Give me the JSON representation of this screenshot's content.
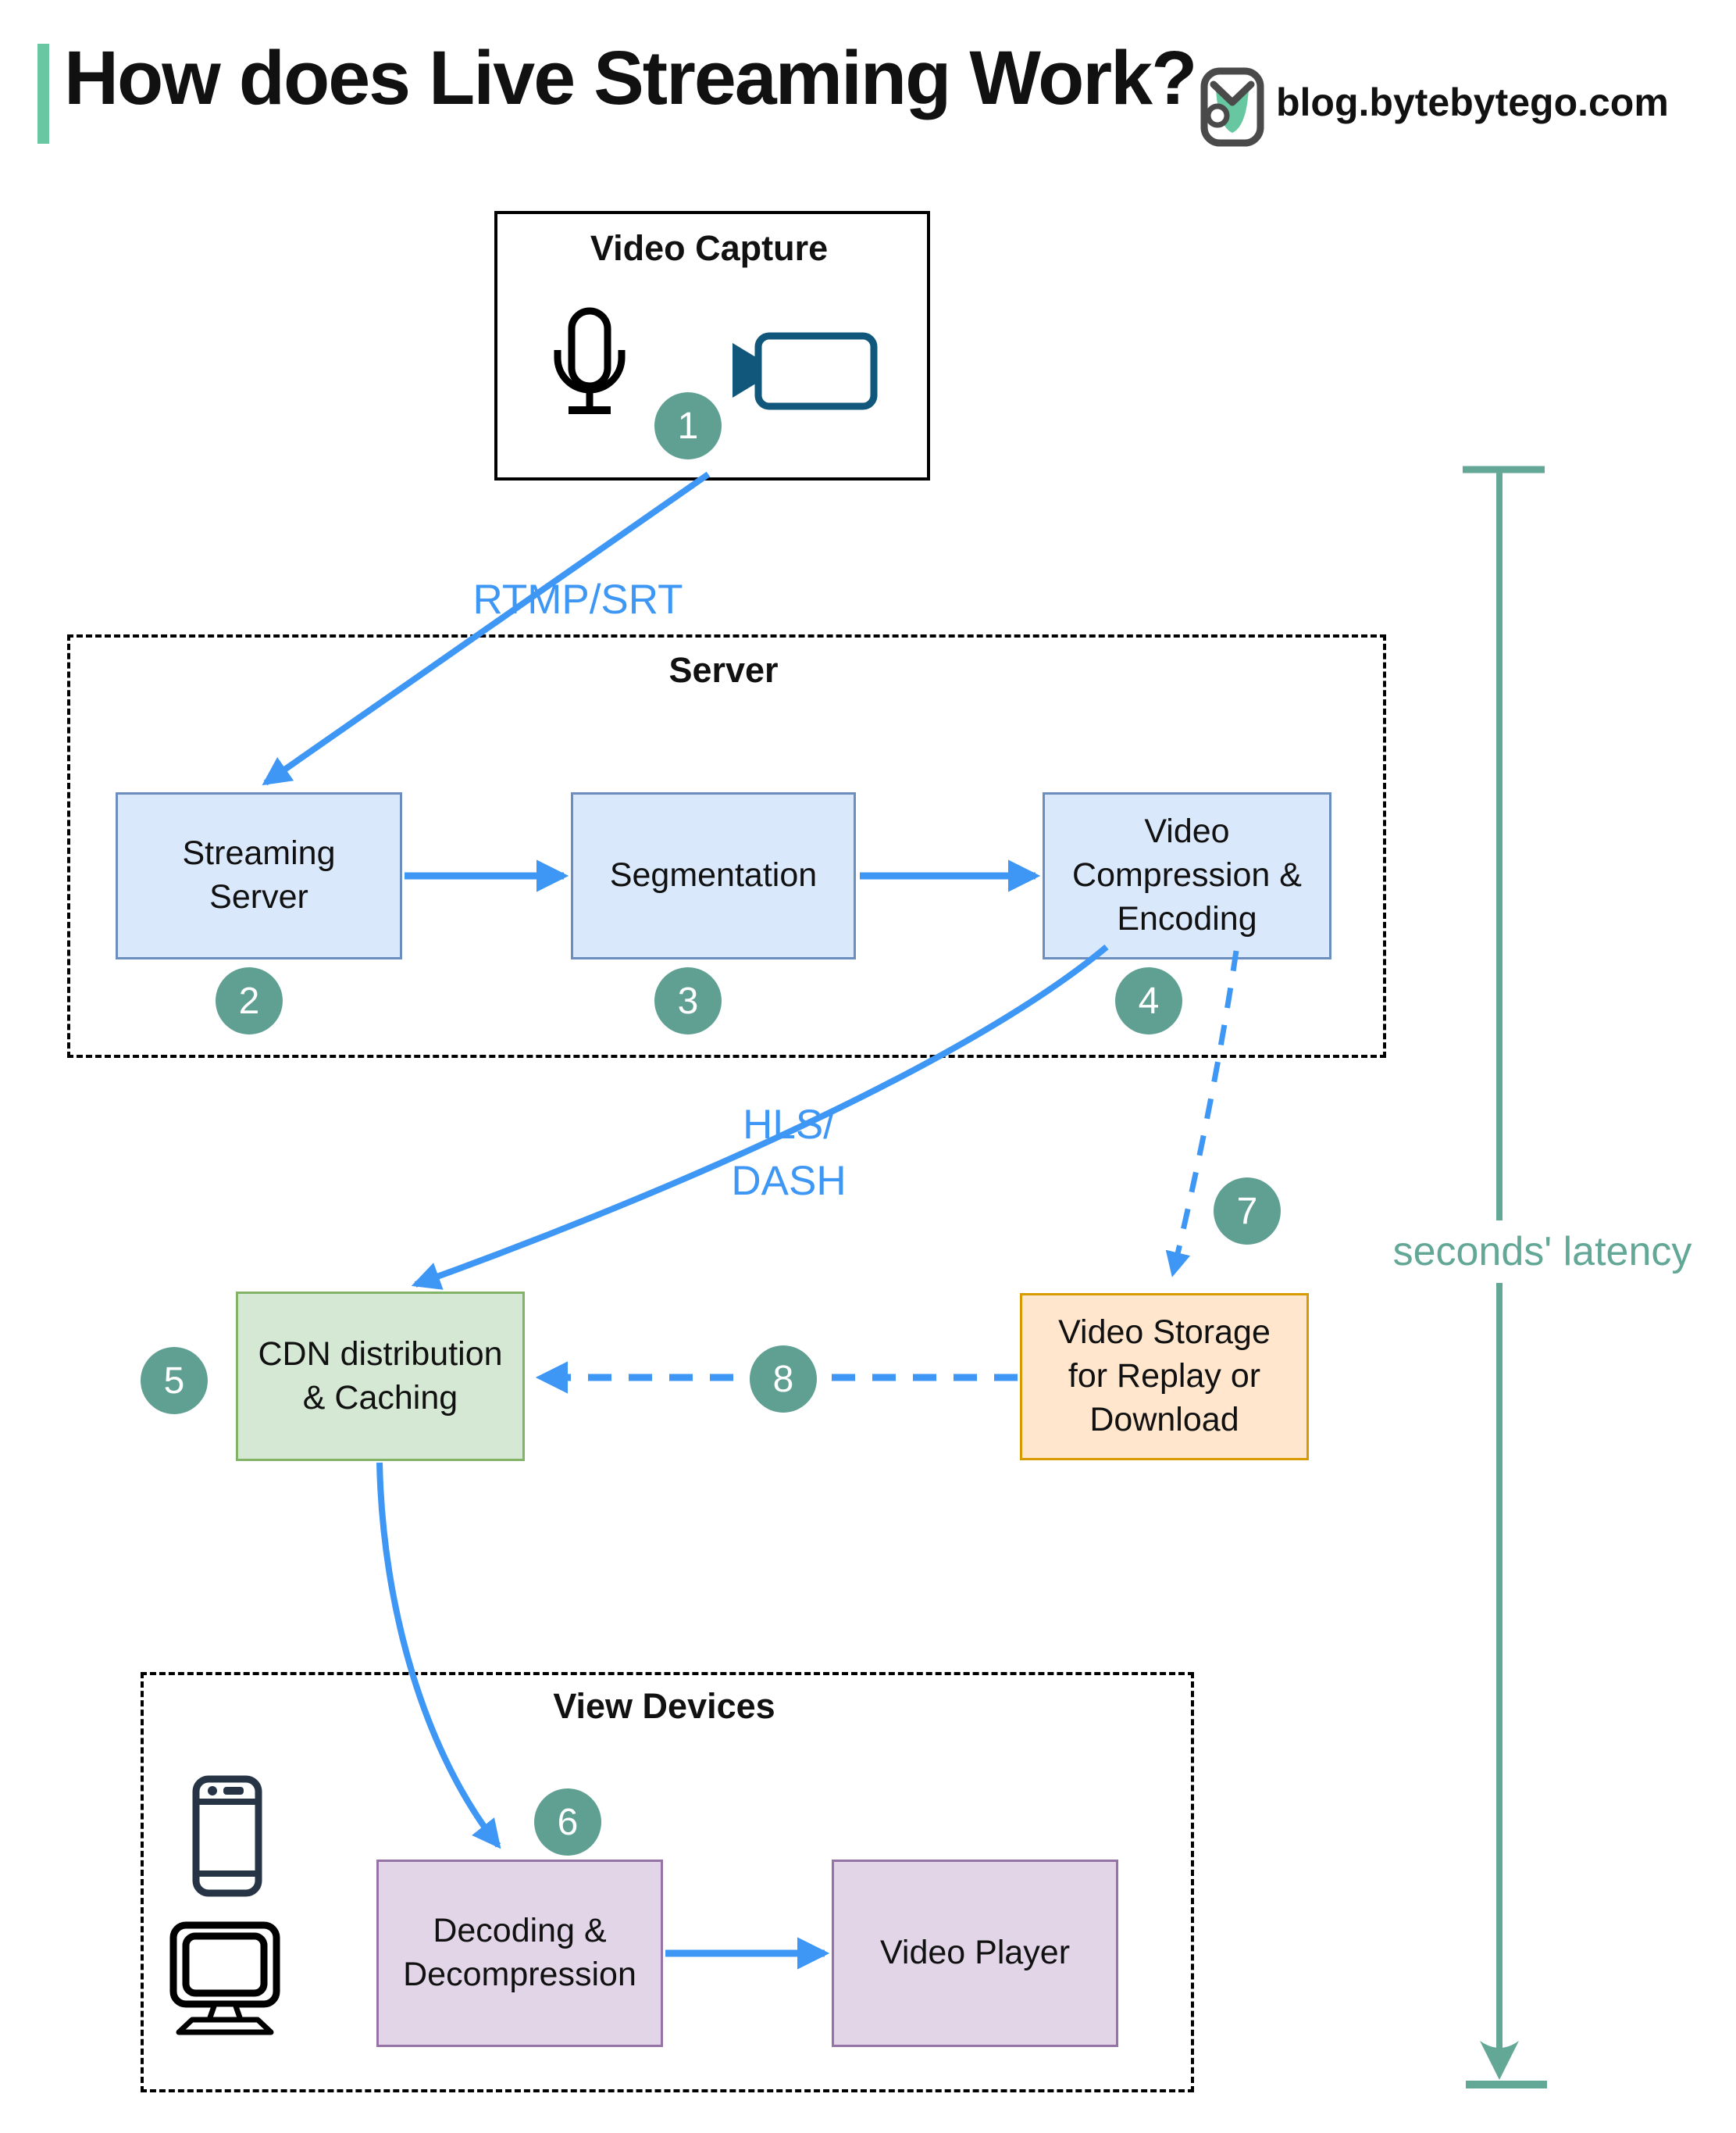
{
  "header": {
    "title": "How does Live Streaming Work?",
    "site": "blog.bytebytego.com"
  },
  "diagram": {
    "video_capture": {
      "title": "Video Capture",
      "step": "1"
    },
    "server_group": {
      "title": "Server"
    },
    "streaming_server": {
      "label": "Streaming\nServer",
      "step": "2"
    },
    "segmentation": {
      "label": "Segmentation",
      "step": "3"
    },
    "video_compression": {
      "label": "Video\nCompression &\nEncoding",
      "step": "4"
    },
    "cdn": {
      "label": "CDN distribution\n& Caching",
      "step": "5"
    },
    "video_storage": {
      "label": "Video Storage\nfor Replay or\nDownload",
      "step": "7"
    },
    "storage_to_cdn_step": "8",
    "view_devices_group": {
      "title": "View Devices"
    },
    "decoding": {
      "label": "Decoding &\nDecompression",
      "step": "6"
    },
    "video_player": {
      "label": "Video Player"
    },
    "edge_labels": {
      "capture_to_server": "RTMP/SRT",
      "server_to_cdn": "HLS/\nDASH",
      "latency": "seconds' latency"
    }
  },
  "icons": [
    "bytebytego-logo-icon",
    "microphone-icon",
    "camcorder-icon",
    "smartphone-icon",
    "desktop-monitor-icon"
  ],
  "colors": {
    "arrow_blue": "#3E97F5",
    "step_badge": "#60A093",
    "latency_teal": "#63A797",
    "accent_green": "#69C7A1",
    "server_node_fill": "#DAE8FC",
    "server_node_border": "#6C8EBF",
    "cdn_fill": "#D5E8D4",
    "cdn_border": "#82B366",
    "storage_fill": "#FFE6CC",
    "storage_border": "#D79B00",
    "device_fill": "#E1D5E7",
    "device_border": "#9673A6",
    "camcorder": "#11567B"
  }
}
